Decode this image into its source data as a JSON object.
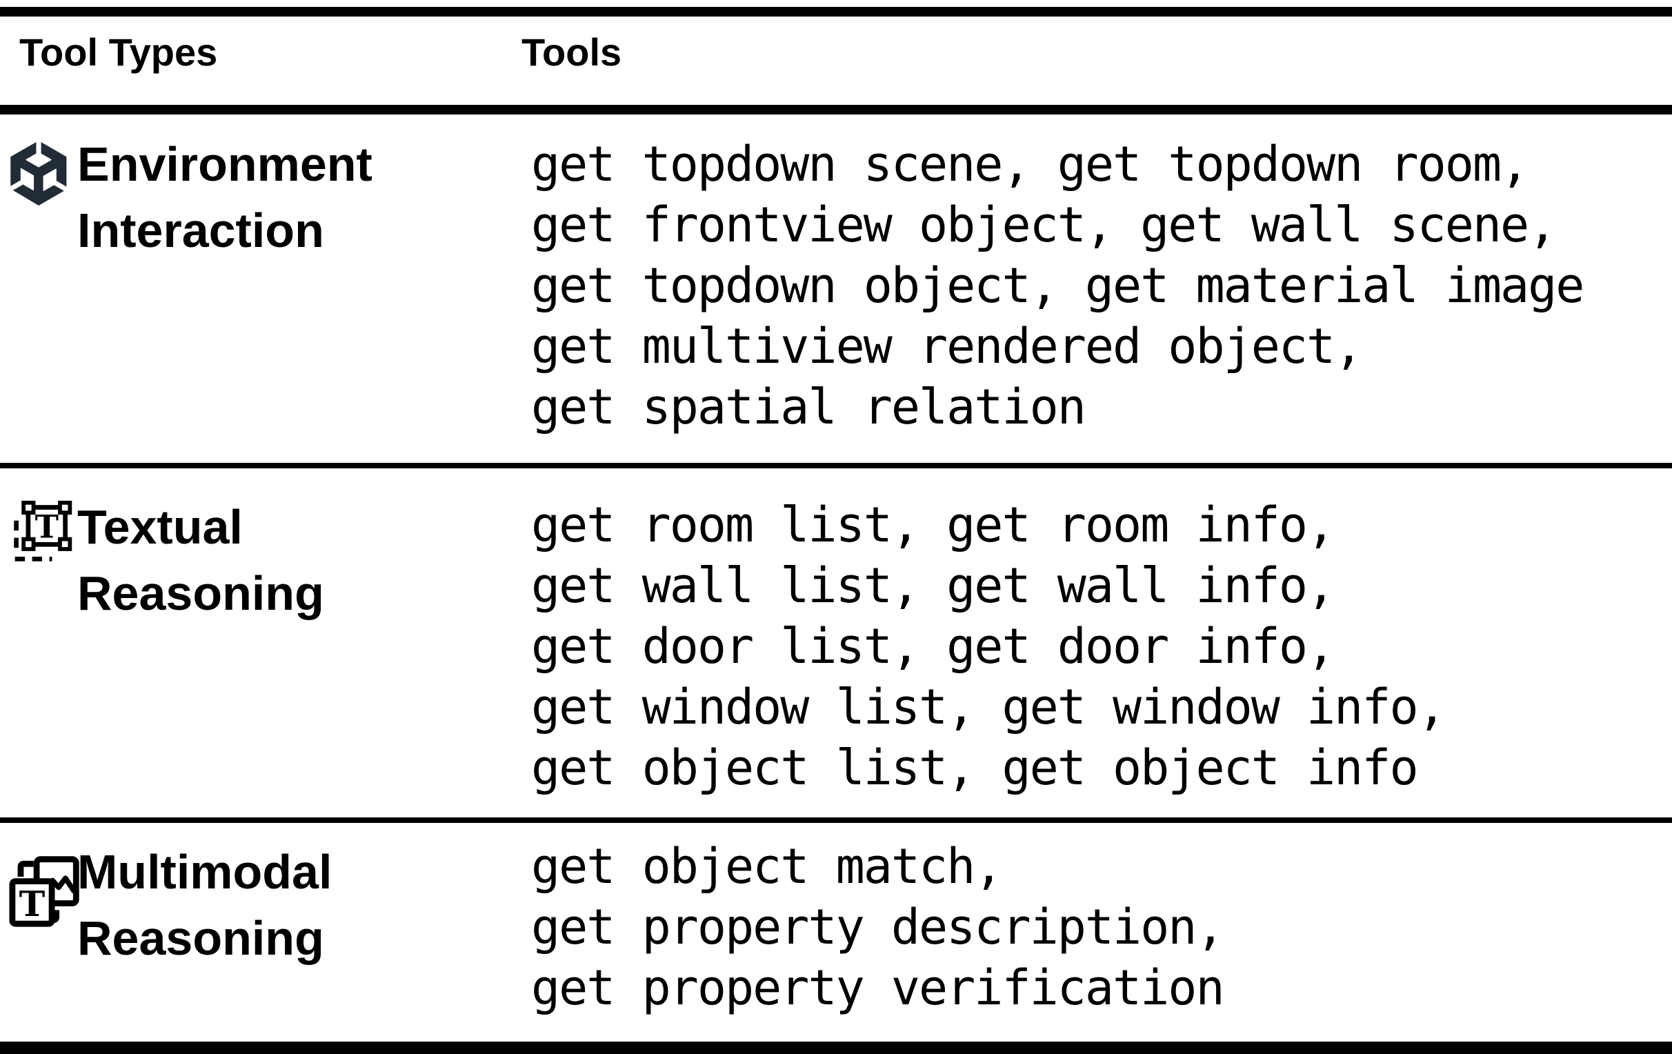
{
  "table": {
    "columns": [
      {
        "label": "Tool Types"
      },
      {
        "label": "Tools"
      }
    ],
    "rows": [
      {
        "tool_type": "Environment Interaction",
        "icon": "unity-icon",
        "tools_lines": [
          "get topdown scene, get topdown room,",
          "get frontview object, get wall scene,",
          "get topdown object, get material image",
          "get multiview rendered object,",
          "get spatial relation"
        ]
      },
      {
        "tool_type": "Textual Reasoning",
        "icon": "text-selection-icon",
        "tools_lines": [
          "get room list, get room info,",
          "get wall list, get wall info,",
          "get door list, get door info,",
          "get window list, get window info,",
          "get object list, get object info"
        ]
      },
      {
        "tool_type": "Multimodal Reasoning",
        "icon": "image-text-icon",
        "tools_lines": [
          "get object match,",
          "get property description,",
          "get property verification"
        ]
      }
    ]
  },
  "colors": {
    "unity_icon": "#222C37",
    "text": "#000000",
    "rule": "#000000",
    "background": "#FFFFFF"
  }
}
